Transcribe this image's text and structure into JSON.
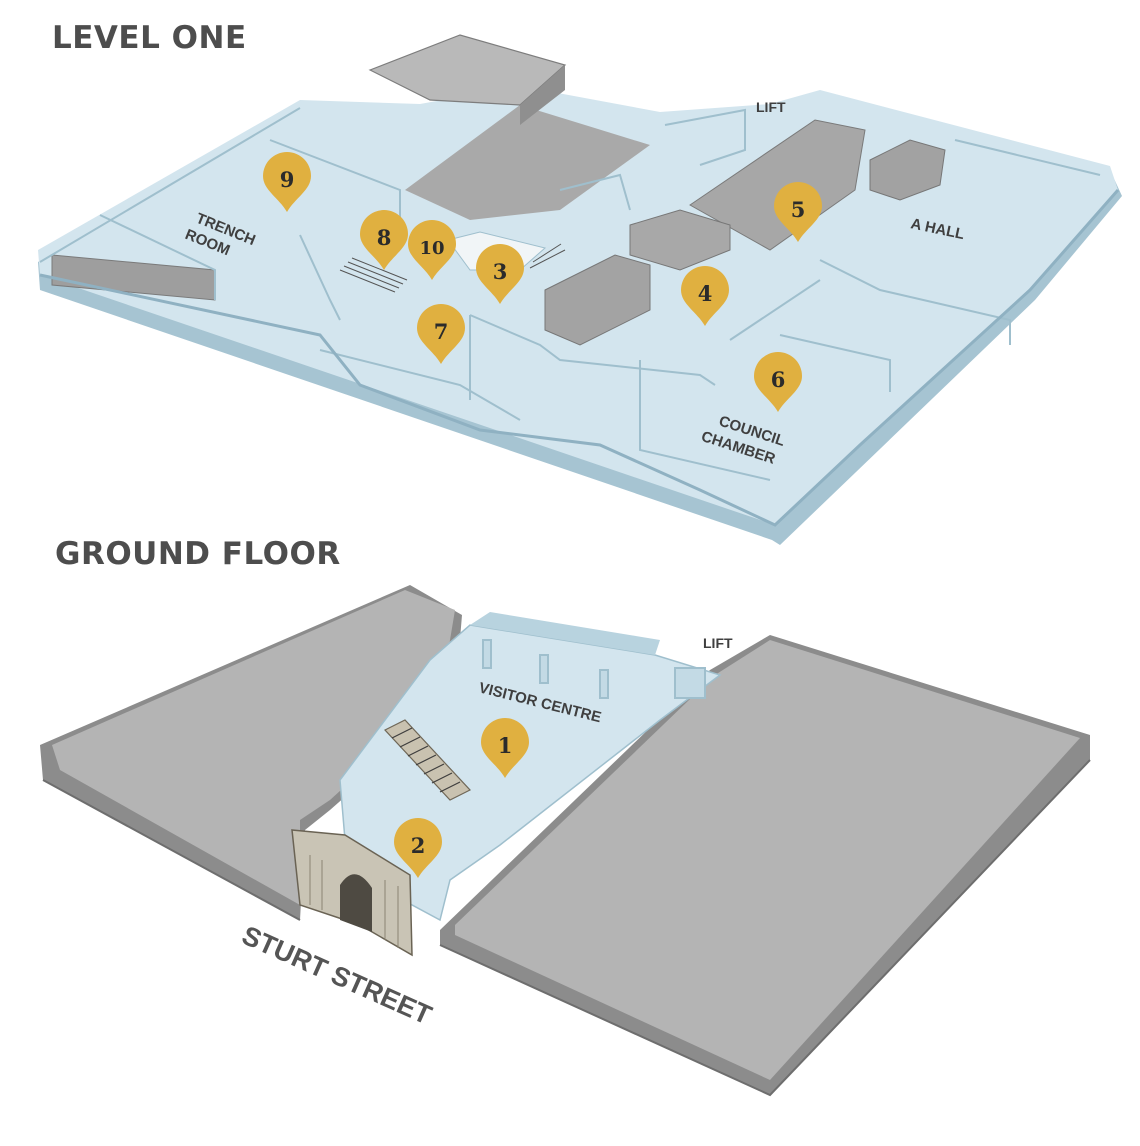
{
  "level_one": {
    "title": "LEVEL ONE",
    "labels": {
      "trench_room": [
        "TRENCH",
        "ROOM"
      ],
      "a_hall": "A HALL",
      "council_chamber": [
        "COUNCIL",
        "CHAMBER"
      ],
      "lift": "LIFT"
    },
    "markers": [
      "9",
      "8",
      "10",
      "3",
      "5",
      "4",
      "7",
      "6"
    ]
  },
  "ground_floor": {
    "title": "GROUND FLOOR",
    "labels": {
      "visitor_centre": "VISITOR CENTRE",
      "lift": "LIFT",
      "street": "STURT STREET"
    },
    "markers": [
      "1",
      "2"
    ]
  },
  "colors": {
    "room_floor": "#d3e5ee",
    "room_wall": "#a9c8d6",
    "dark_wall": "#9a9a9a",
    "grey_floor": "#b4b4b4",
    "pin": "#e0b040",
    "title_text": "#4d4d4d"
  },
  "icons": {
    "marker": "map-pin-icon",
    "stairs": "staircase-icon",
    "entrance": "building-facade-icon"
  }
}
